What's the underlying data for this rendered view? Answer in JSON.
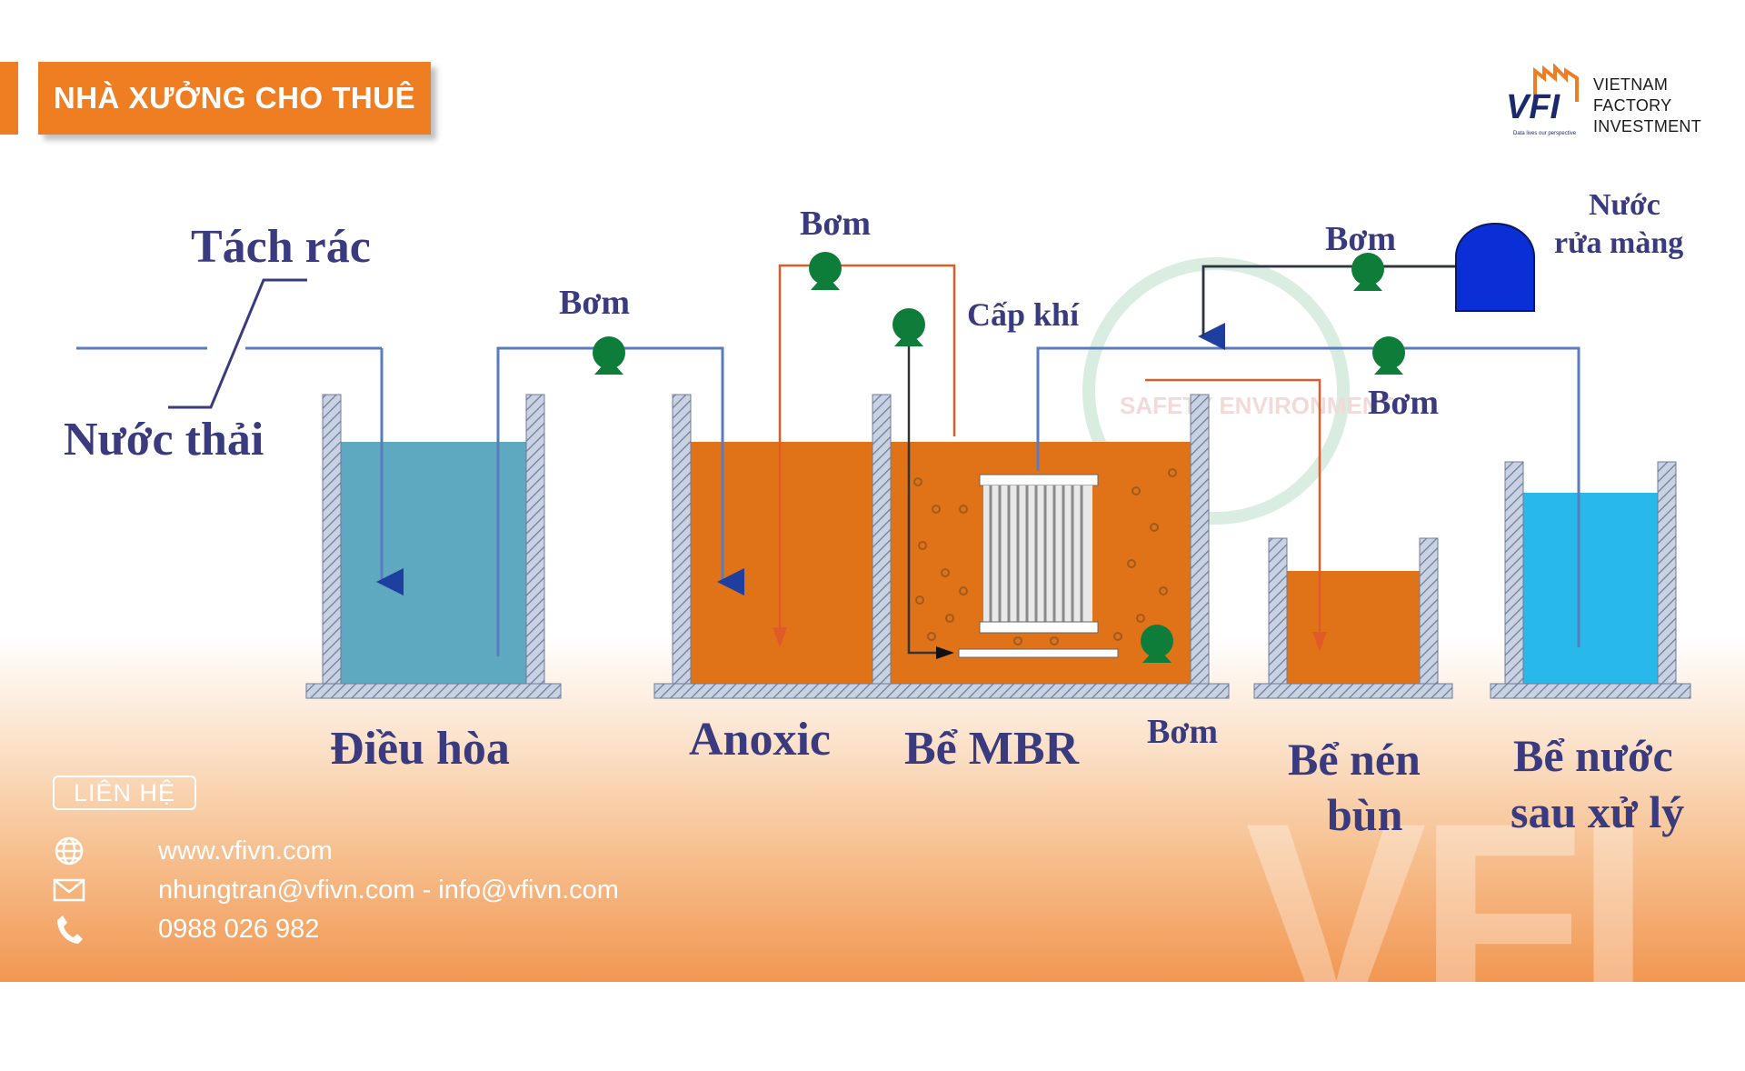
{
  "banner": {
    "title": "NHÀ XƯỞNG CHO THUÊ"
  },
  "logo": {
    "mark": "VFI",
    "tagline": "Data lives our perspective",
    "lines": [
      "VIETNAM",
      "FACTORY",
      "INVESTMENT"
    ],
    "accent_color": "#ef7d22",
    "mark_color": "#1a2a6c"
  },
  "watermark": {
    "text": "SAFETY ENVIRONMENT"
  },
  "diagram": {
    "labels": {
      "screen": "Tách rác",
      "wastewater": "Nước thải",
      "pump_1": "Bơm",
      "pump_2": "Bơm",
      "aeration": "Cấp khí",
      "pump_3": "Bơm",
      "pump_4": "Bơm",
      "membrane_wash_line1": "Nước",
      "membrane_wash_line2": "rửa màng",
      "pump_5": "Bơm"
    },
    "tanks": {
      "equalization": "Điều hòa",
      "anoxic": "Anoxic",
      "mbr": "Bể MBR",
      "sludge_line1": "Bể nén",
      "sludge_line2": "bùn",
      "treated_line1": "Bể nước",
      "treated_line2": "sau xử lý"
    },
    "colors": {
      "label": "#3a3a7e",
      "water_blue": "#5ea8c0",
      "sludge_orange": "#e07318",
      "clean_water": "#29b8ea",
      "pump_green": "#0f7d3a",
      "wash_tank": "#0a2fd6",
      "flow_line": "#5b7bc0",
      "return_line": "#e05a2a"
    }
  },
  "contact": {
    "heading": "LIÊN HỆ",
    "website": "www.vfivn.com",
    "email": "nhungtran@vfivn.com - info@vfivn.com",
    "phone": "0988 026 982"
  },
  "icons": [
    "globe-icon",
    "mail-icon",
    "phone-icon"
  ]
}
